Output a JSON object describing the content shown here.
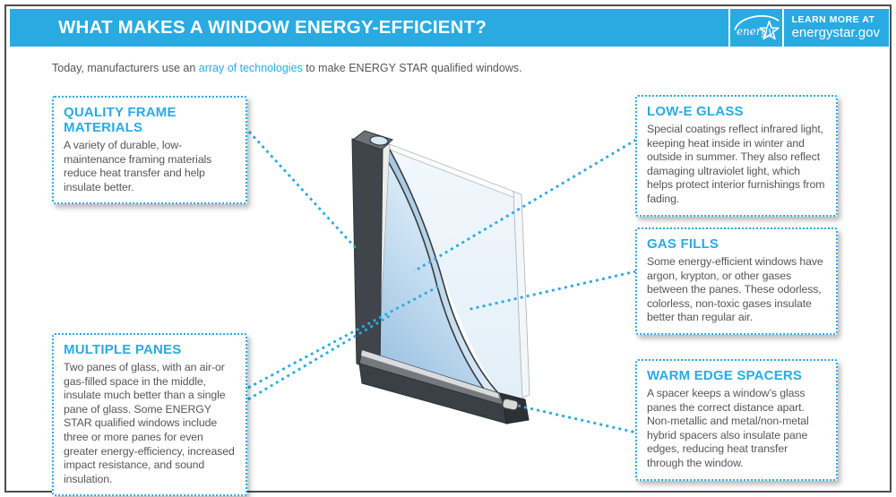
{
  "header": {
    "title": "WHAT MAKES A WINDOW ENERGY-EFFICIENT?",
    "logo_word": "energy",
    "learn_more_line1": "LEARN MORE AT",
    "learn_more_line2": "energystar.gov"
  },
  "intro": {
    "prefix": "Today, manufacturers use an ",
    "link": "array of technologies",
    "suffix": " to make ENERGY STAR qualified windows."
  },
  "callouts": [
    {
      "title": "QUALITY FRAME MATERIALS",
      "body": "A variety of durable, low-maintenance framing materials reduce heat transfer and help insulate better."
    },
    {
      "title": "MULTIPLE PANES",
      "body": "Two panes of glass, with an air-or gas-filled space in the middle, insulate much better than a single pane of glass. Some ENERGY STAR qualified windows include three or more panes for even greater energy-efficiency, increased impact resistance, and sound insulation."
    },
    {
      "title": "LOW-E GLASS",
      "body": "Special coatings reflect infrared light, keeping heat inside in winter and outside in summer. They also reflect damaging ultraviolet light, which helps protect interior furnishings from fading."
    },
    {
      "title": "GAS FILLS",
      "body": "Some energy-efficient windows have argon, krypton, or other gases between the panes. These odorless, colorless, non-toxic gases insulate better than regular air."
    },
    {
      "title": "WARM EDGE SPACERS",
      "body": "A spacer keeps a window’s glass panes the correct distance apart. Non-metallic and metal/non-metal hybrid spacers also insulate pane edges, reducing heat transfer through the window."
    }
  ],
  "colors": {
    "accent_cyan": "#29abe2",
    "body_text": "#55565a",
    "frame_dark": "#40454c",
    "glass_blue": "#9cc3e2",
    "page_border": "#4e4e50"
  }
}
